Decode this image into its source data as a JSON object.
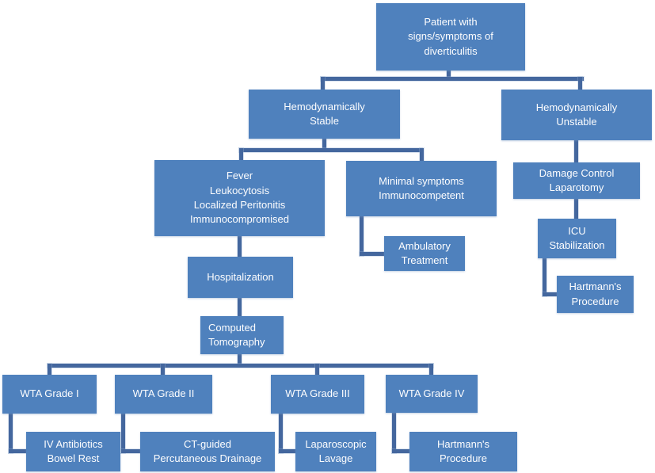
{
  "colors": {
    "node_fill": "#4f81bd",
    "node_text": "#fdfdfe",
    "connector": "#44679e",
    "background": "#ffffff"
  },
  "flowchart": {
    "nodes": {
      "patient": {
        "label": "Patient with\nsigns/symptoms of\ndiverticulitis"
      },
      "hemodynamically_stable": {
        "label": "Hemodynamically\nStable"
      },
      "hemodynamically_unstable": {
        "label": "Hemodynamically\nUnstable"
      },
      "fever_leukocytosis": {
        "label": "Fever\nLeukocytosis\nLocalized Peritonitis\nImmunocompromised"
      },
      "minimal_symptoms": {
        "label": "Minimal symptoms\nImmunocompetent"
      },
      "ambulatory_treatment": {
        "label": "Ambulatory\nTreatment"
      },
      "damage_control_laparotomy": {
        "label": "Damage Control\nLaparotomy"
      },
      "icu_stabilization": {
        "label": "ICU\nStabilization"
      },
      "hartmanns_procedure_right": {
        "label": "Hartmann's\nProcedure"
      },
      "hospitalization": {
        "label": "Hospitalization"
      },
      "computed_tomography": {
        "label": "Computed\nTomography"
      },
      "wta_grade_1": {
        "label": "WTA Grade I"
      },
      "wta_grade_2": {
        "label": "WTA Grade II"
      },
      "wta_grade_3": {
        "label": "WTA Grade III"
      },
      "wta_grade_4": {
        "label": "WTA Grade IV"
      },
      "iv_antibiotics_bowel_rest": {
        "label": "IV Antibiotics\nBowel Rest"
      },
      "ct_guided_percutaneous_drainage": {
        "label": "CT-guided\nPercutaneous Drainage"
      },
      "laparoscopic_lavage": {
        "label": "Laparoscopic\nLavage"
      },
      "hartmanns_procedure_bottom": {
        "label": "Hartmann's\nProcedure"
      }
    },
    "edges": [
      {
        "from": "patient",
        "to": "hemodynamically_stable"
      },
      {
        "from": "patient",
        "to": "hemodynamically_unstable"
      },
      {
        "from": "hemodynamically_stable",
        "to": "fever_leukocytosis"
      },
      {
        "from": "hemodynamically_stable",
        "to": "minimal_symptoms"
      },
      {
        "from": "minimal_symptoms",
        "to": "ambulatory_treatment"
      },
      {
        "from": "fever_leukocytosis",
        "to": "hospitalization"
      },
      {
        "from": "hospitalization",
        "to": "computed_tomography"
      },
      {
        "from": "computed_tomography",
        "to": "wta_grade_1"
      },
      {
        "from": "computed_tomography",
        "to": "wta_grade_2"
      },
      {
        "from": "computed_tomography",
        "to": "wta_grade_3"
      },
      {
        "from": "computed_tomography",
        "to": "wta_grade_4"
      },
      {
        "from": "wta_grade_1",
        "to": "iv_antibiotics_bowel_rest"
      },
      {
        "from": "wta_grade_2",
        "to": "ct_guided_percutaneous_drainage"
      },
      {
        "from": "wta_grade_3",
        "to": "laparoscopic_lavage"
      },
      {
        "from": "wta_grade_4",
        "to": "hartmanns_procedure_bottom"
      },
      {
        "from": "hemodynamically_unstable",
        "to": "damage_control_laparotomy"
      },
      {
        "from": "damage_control_laparotomy",
        "to": "icu_stabilization"
      },
      {
        "from": "icu_stabilization",
        "to": "hartmanns_procedure_right"
      }
    ]
  }
}
